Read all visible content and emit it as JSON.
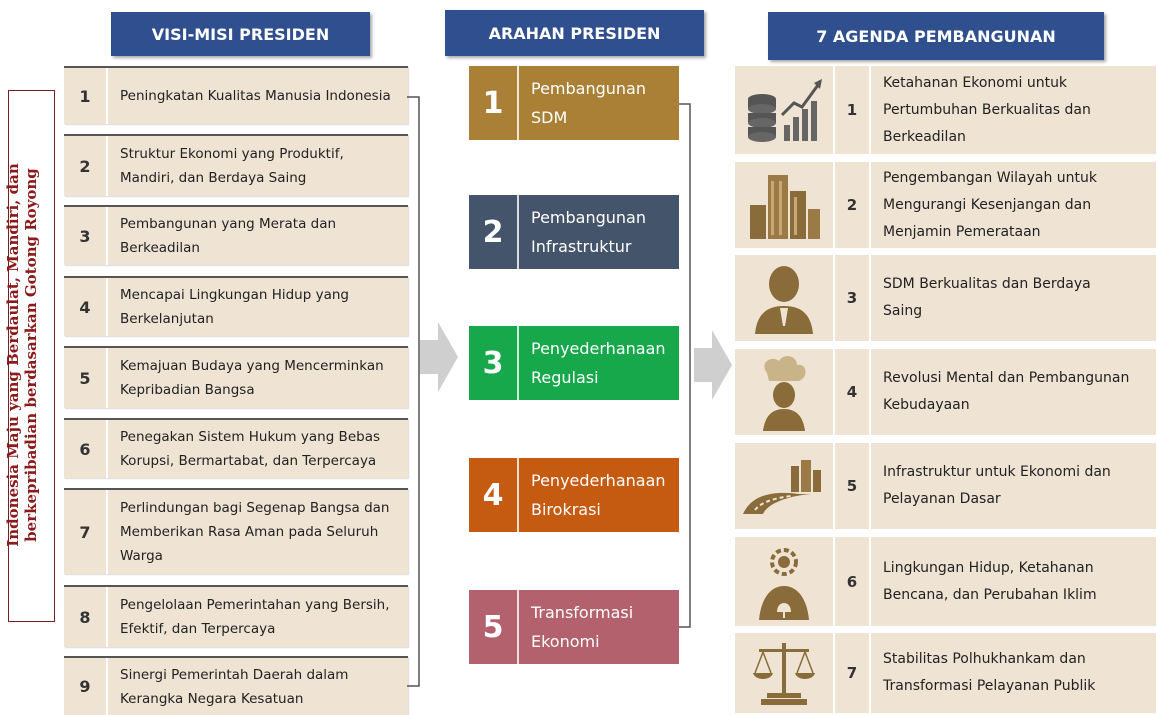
{
  "headers": {
    "visi": "VISI-MISI PRESIDEN",
    "arahan": "ARAHAN PRESIDEN",
    "agenda": "7 AGENDA PEMBANGUNAN"
  },
  "vision": {
    "line1": "Indonesia Maju yang Berdaulat, Mandiri, dan",
    "line2": "berkepribadian berdasarkan Gotong Royong"
  },
  "misi": [
    {
      "num": "1",
      "line1": "Peningkatan Kualitas Manusia Indonesia",
      "line2": "",
      "line3": ""
    },
    {
      "num": "2",
      "line1": "Struktur Ekonomi yang Produktif,",
      "line2": "Mandiri, dan Berdaya Saing",
      "line3": ""
    },
    {
      "num": "3",
      "line1": "Pembangunan yang Merata dan",
      "line2": "Berkeadilan",
      "line3": ""
    },
    {
      "num": "4",
      "line1": "Mencapai Lingkungan Hidup yang",
      "line2": "Berkelanjutan",
      "line3": ""
    },
    {
      "num": "5",
      "line1": "Kemajuan Budaya yang Mencerminkan",
      "line2": "Kepribadian Bangsa",
      "line3": ""
    },
    {
      "num": "6",
      "line1": "Penegakan Sistem Hukum yang Bebas",
      "line2": "Korupsi, Bermartabat, dan Terpercaya",
      "line3": ""
    },
    {
      "num": "7",
      "line1": "Perlindungan bagi Segenap Bangsa dan",
      "line2": "Memberikan Rasa Aman pada Seluruh",
      "line3": "Warga"
    },
    {
      "num": "8",
      "line1": "Pengelolaan Pemerintahan yang Bersih,",
      "line2": "Efektif, dan Terpercaya",
      "line3": ""
    },
    {
      "num": "9",
      "line1": "Sinergi Pemerintah Daerah dalam",
      "line2": "Kerangka Negara Kesatuan",
      "line3": ""
    }
  ],
  "arahan": [
    {
      "num": "1",
      "line1": "Pembangunan",
      "line2": "SDM",
      "color": "#a98035"
    },
    {
      "num": "2",
      "line1": "Pembangunan",
      "line2": "Infrastruktur",
      "color": "#44546a"
    },
    {
      "num": "3",
      "line1": "Penyederhanaan",
      "line2": "Regulasi",
      "color": "#16a84a"
    },
    {
      "num": "4",
      "line1": "Penyederhanaan",
      "line2": "Birokrasi",
      "color": "#c55a11"
    },
    {
      "num": "5",
      "line1": "Transformasi",
      "line2": "Ekonomi",
      "color": "#b4616e"
    }
  ],
  "agenda": [
    {
      "num": "1",
      "line1": "Ketahanan Ekonomi untuk",
      "line2": "Pertumbuhan Berkualitas dan",
      "line3": "Berkeadilan",
      "icon": "economy-growth-icon"
    },
    {
      "num": "2",
      "line1": "Pengembangan Wilayah untuk",
      "line2": "Mengurangi Kesenjangan dan",
      "line3": "Menjamin Pemerataan",
      "icon": "city-buildings-icon"
    },
    {
      "num": "3",
      "line1": "SDM Berkualitas dan Berdaya",
      "line2": "Saing",
      "line3": "",
      "icon": "person-icon"
    },
    {
      "num": "4",
      "line1": "Revolusi Mental dan Pembangunan",
      "line2": "Kebudayaan",
      "line3": "",
      "icon": "culture-person-icon"
    },
    {
      "num": "5",
      "line1": "Infrastruktur untuk Ekonomi dan",
      "line2": "Pelayanan Dasar",
      "line3": "",
      "icon": "road-infrastructure-icon"
    },
    {
      "num": "6",
      "line1": "Lingkungan Hidup, Ketahanan",
      "line2": "Bencana, dan Perubahan Iklim",
      "line3": "",
      "icon": "environment-icon"
    },
    {
      "num": "7",
      "line1": "Stabilitas Polhukhankam dan",
      "line2": "Transformasi Pelayanan Publik",
      "line3": "",
      "icon": "justice-scale-icon"
    }
  ],
  "colors": {
    "header_blue": "#2f4f8f",
    "row_beige": "#efe4d4",
    "vision_red": "#8b1a1a",
    "arrow_gray": "#cfcfcf"
  }
}
